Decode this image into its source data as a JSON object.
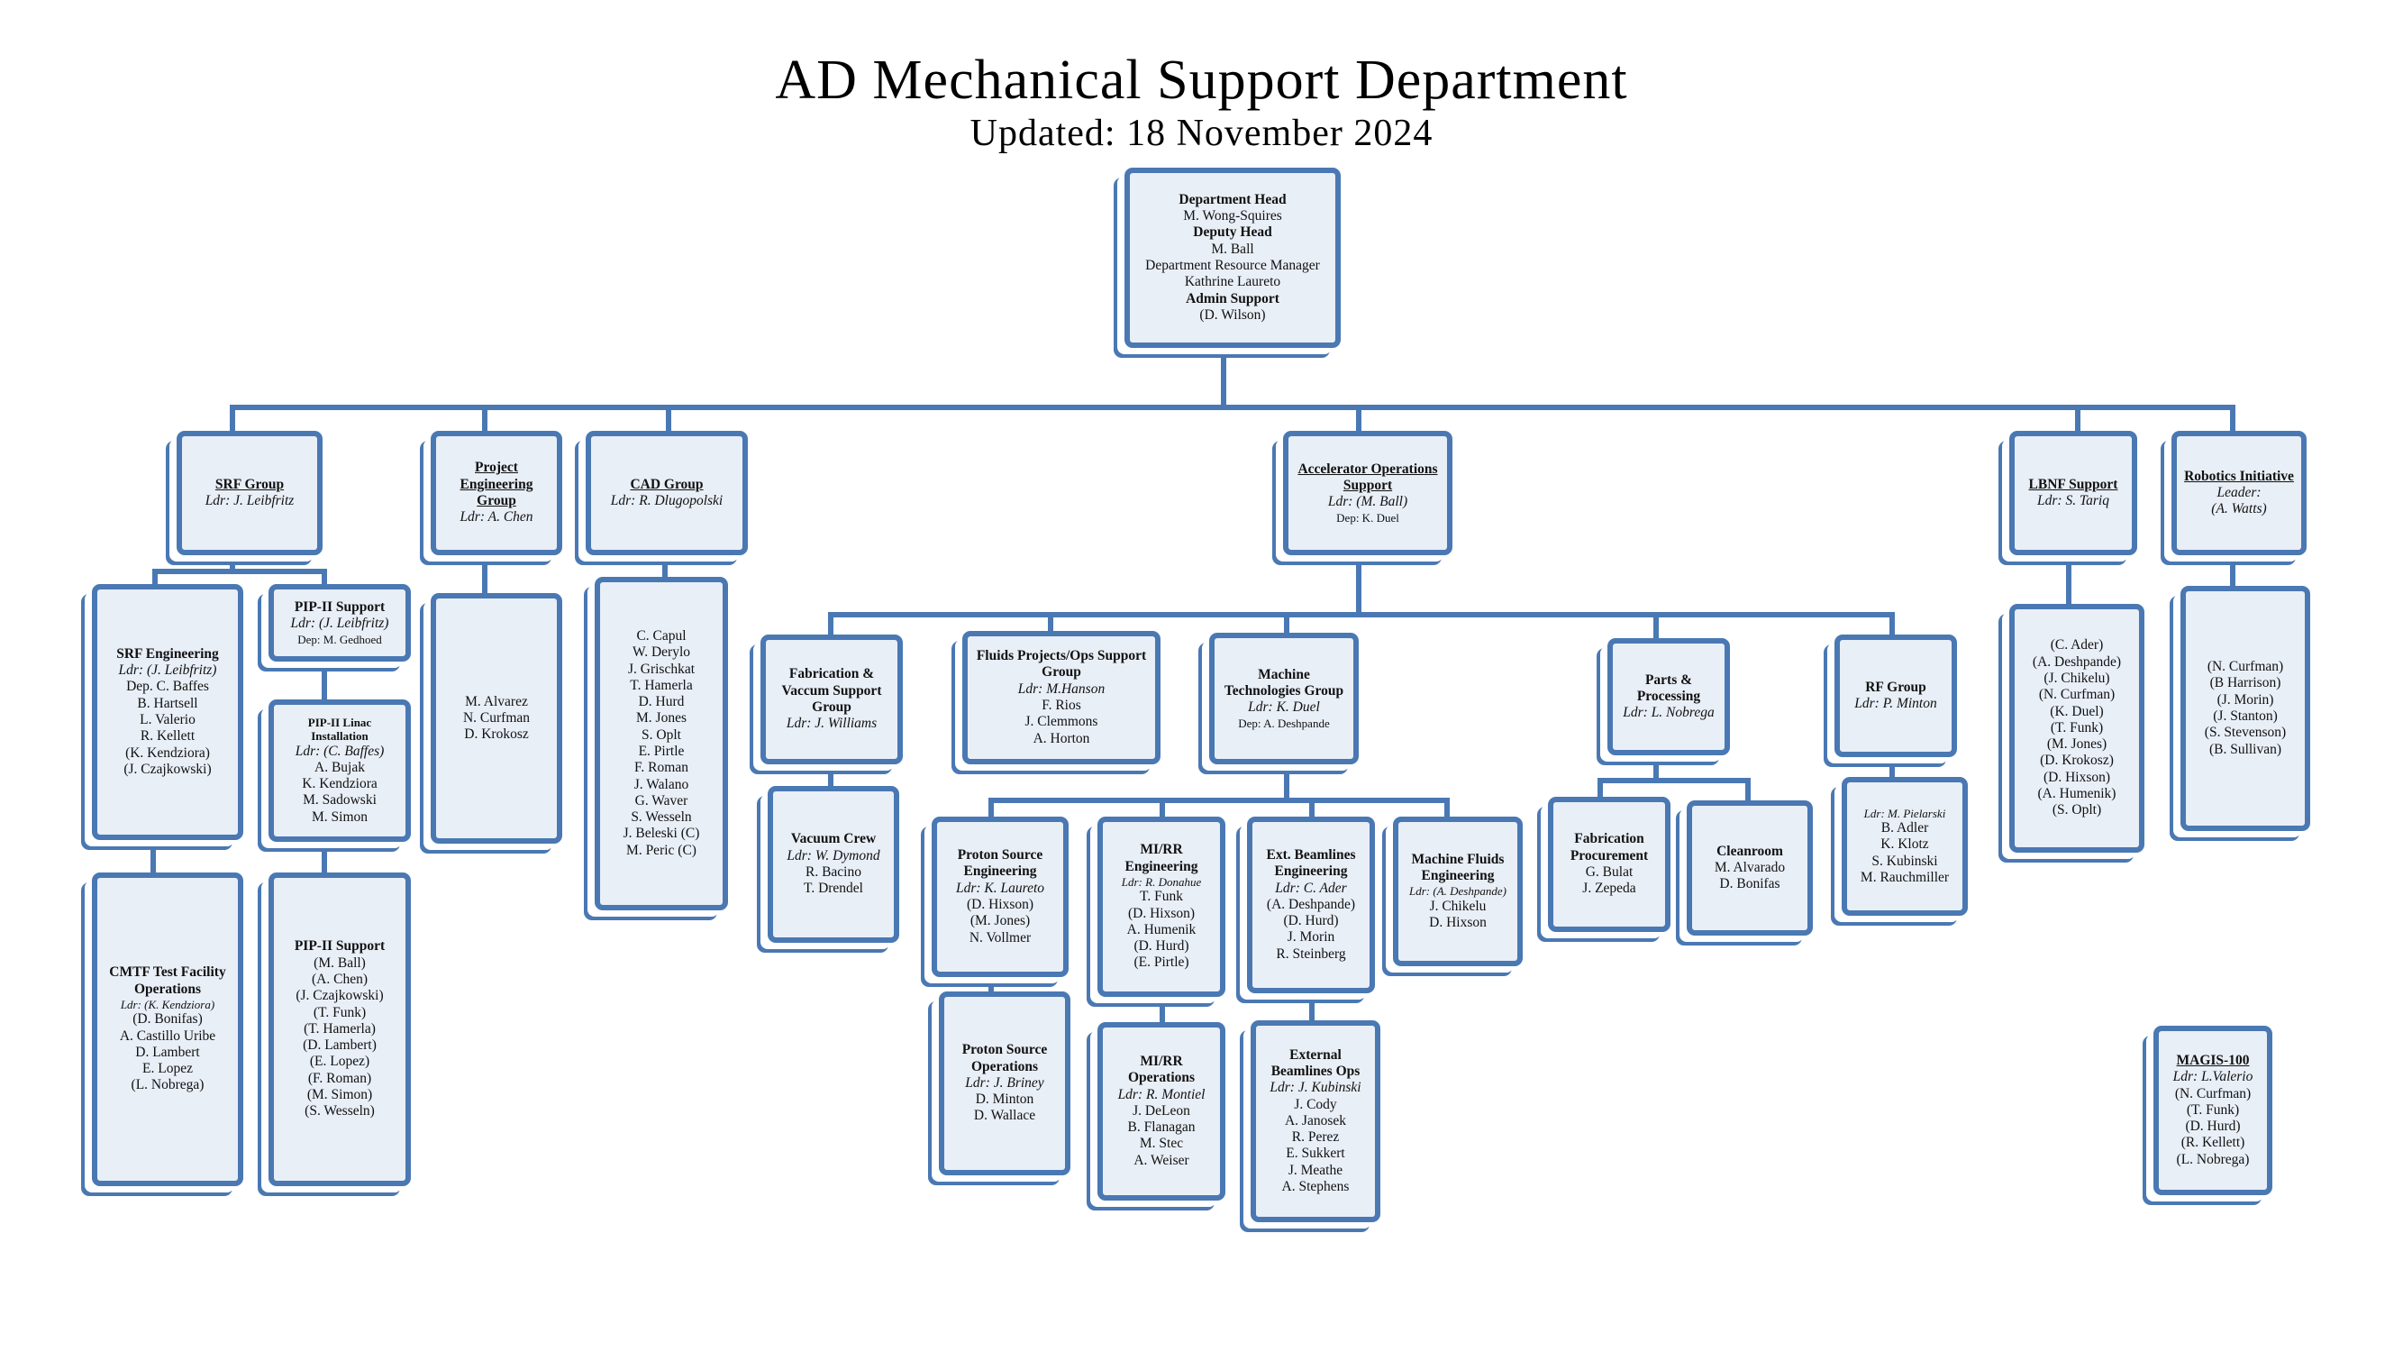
{
  "header": {
    "title": "AD Mechanical Support Department",
    "subtitle": "Updated: 18 November 2024"
  },
  "colors": {
    "accent": "#4a78b3",
    "box_fill": "#e9eff7",
    "connector": "#4a78b3"
  },
  "head": {
    "title1": "Department Head",
    "name1": "M. Wong-Squires",
    "title2": "Deputy Head",
    "name2": "M. Ball",
    "title3": "Department Resource Manager",
    "name3": "Kathrine Laureto",
    "title4": "Admin Support",
    "name4": "(D. Wilson)"
  },
  "groups": {
    "srf": {
      "title": "SRF Group",
      "lead": "Ldr: J. Leibfritz"
    },
    "proj": {
      "title": "Project Engineering Group",
      "lead": "Ldr: A. Chen"
    },
    "cad": {
      "title": "CAD Group",
      "lead": "Ldr: R. Dlugopolski"
    },
    "aos": {
      "title": "Accelerator Operations Support",
      "lead": "Ldr: (M. Ball)",
      "dep": "Dep: K. Duel"
    },
    "lbnf": {
      "title": "LBNF Support",
      "lead": "Ldr: S. Tariq"
    },
    "robo": {
      "title": "Robotics Initiative",
      "lead": "Leader:",
      "lead2": "(A. Watts)"
    }
  },
  "srf": {
    "eng": {
      "title": "SRF Engineering",
      "lead": "Ldr: (J. Leibfritz)",
      "members": [
        "Dep. C. Baffes",
        "B. Hartsell",
        "L. Valerio",
        "R. Kellett",
        "(K. Kendziora)",
        "(J. Czajkowski)"
      ]
    },
    "pip_support_top": {
      "title": "PIP-II Support",
      "lead": "Ldr: (J. Leibfritz)",
      "dep": "Dep: M. Gedhoed"
    },
    "linac": {
      "title": "PIP-II Linac Installation",
      "lead": "Ldr: (C. Baffes)",
      "members": [
        "A. Bujak",
        "K. Kendziora",
        "M. Sadowski",
        "M. Simon"
      ]
    },
    "cmtf": {
      "title": "CMTF Test Facility Operations",
      "lead": "Ldr: (K. Kendziora)",
      "members": [
        "(D. Bonifas)",
        "A. Castillo Uribe",
        "D. Lambert",
        "E. Lopez",
        "(L. Nobrega)"
      ]
    },
    "pip_support": {
      "title": "PIP-II Support",
      "members": [
        "(M. Ball)",
        "(A. Chen)",
        "(J. Czajkowski)",
        "(T. Funk)",
        "(T. Hamerla)",
        "(D. Lambert)",
        "(E. Lopez)",
        "(F. Roman)",
        "(M. Simon)",
        "(S. Wesseln)"
      ]
    }
  },
  "proj_members": [
    "M. Alvarez",
    "N. Curfman",
    "D. Krokosz"
  ],
  "cad_members": [
    "C. Capul",
    "W. Derylo",
    "J. Grischkat",
    "T. Hamerla",
    "D. Hurd",
    "M. Jones",
    "S. Oplt",
    "E. Pirtle",
    "F. Roman",
    "J. Walano",
    "G. Waver",
    "S. Wesseln",
    "J. Beleski (C)",
    "M. Peric (C)"
  ],
  "aos": {
    "fab_vac": {
      "title": "Fabrication & Vaccum Support Group",
      "lead": "Ldr: J. Williams"
    },
    "vacuum": {
      "title": "Vacuum Crew",
      "lead": "Ldr: W. Dymond",
      "members": [
        "R. Bacino",
        "T. Drendel"
      ]
    },
    "fluids": {
      "title": "Fluids Projects/Ops Support Group",
      "lead": "Ldr: M.Hanson",
      "members": [
        "F. Rios",
        "J. Clemmons",
        "A. Horton"
      ]
    },
    "mtg": {
      "title": "Machine Technologies Group",
      "lead": "Ldr: K. Duel",
      "dep": "Dep: A. Deshpande"
    },
    "pse": {
      "title": "Proton Source Engineering",
      "lead": "Ldr: K. Laureto",
      "members": [
        "(D. Hixson)",
        "(M. Jones)",
        "N. Vollmer"
      ]
    },
    "pso": {
      "title": "Proton Source Operations",
      "lead": "Ldr: J. Briney",
      "members": [
        "D. Minton",
        "D. Wallace"
      ]
    },
    "mire": {
      "title": "MI/RR Engineering",
      "lead": "Ldr: R. Donahue",
      "members": [
        "T. Funk",
        "(D. Hixson)",
        "A. Humenik",
        "(D. Hurd)",
        "(E. Pirtle)"
      ]
    },
    "miro": {
      "title": "MI/RR Operations",
      "lead": "Ldr: R. Montiel",
      "members": [
        "J. DeLeon",
        "B. Flanagan",
        "M. Stec",
        "A. Weiser"
      ]
    },
    "ebe": {
      "title": "Ext. Beamlines Engineering",
      "lead": "Ldr: C. Ader",
      "members": [
        "(A. Deshpande)",
        "(D. Hurd)",
        "J. Morin",
        "R. Steinberg"
      ]
    },
    "ebo": {
      "title": "External Beamlines Ops",
      "lead": "Ldr: J. Kubinski",
      "members": [
        "J. Cody",
        "A. Janosek",
        "R. Perez",
        "E. Sukkert",
        "J. Meathe",
        "A. Stephens"
      ]
    },
    "mfe": {
      "title": "Machine Fluids Engineering",
      "lead": "Ldr: (A. Deshpande)",
      "members": [
        "J. Chikelu",
        "D. Hixson"
      ]
    },
    "parts": {
      "title": "Parts & Processing",
      "lead": "Ldr: L. Nobrega"
    },
    "fabproc": {
      "title": "Fabrication Procurement",
      "members": [
        "G. Bulat",
        "J. Zepeda"
      ]
    },
    "clean": {
      "title": "Cleanroom",
      "members": [
        "M. Alvarado",
        "D. Bonifas"
      ]
    },
    "rf": {
      "title": "RF Group",
      "lead": "Ldr: P. Minton"
    },
    "rf_members": {
      "lead": "Ldr: M. Pielarski",
      "members": [
        "B. Adler",
        "K. Klotz",
        "S. Kubinski",
        "M. Rauchmiller"
      ]
    }
  },
  "lbnf_members": [
    "(C. Ader)",
    "(A. Deshpande)",
    "(J. Chikelu)",
    "(N. Curfman)",
    "(K. Duel)",
    "(T. Funk)",
    "(M. Jones)",
    "(D. Krokosz)",
    "(D. Hixson)",
    "(A. Humenik)",
    "(S. Oplt)"
  ],
  "robo_members": [
    "(N. Curfman)",
    "(B Harrison)",
    "(J. Morin)",
    "(J. Stanton)",
    "(S. Stevenson)",
    "(B. Sullivan)"
  ],
  "magis": {
    "title": "MAGIS-100",
    "lead": "Ldr: L.Valerio",
    "members": [
      "(N. Curfman)",
      "(T. Funk)",
      "(D. Hurd)",
      "(R. Kellett)",
      "(L. Nobrega)"
    ]
  }
}
